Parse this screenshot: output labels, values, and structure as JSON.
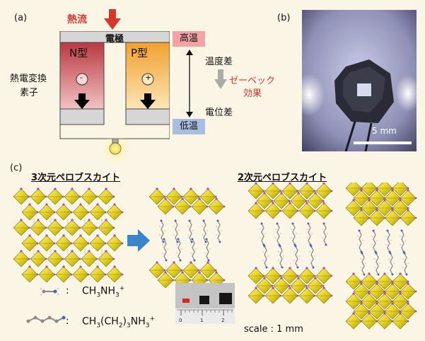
{
  "panel_a": {
    "label": "(a)",
    "heat_flow": "熱流",
    "electrode": "電極",
    "n_type": "N型",
    "p_type": "P型",
    "minus": "-",
    "plus": "+",
    "element": "熱電変換",
    "element2": "素子",
    "high_temp": "高温",
    "low_temp": "低温",
    "temp_diff": "温度差",
    "seebeck1": "ゼーベック",
    "seebeck2": "効果",
    "potential_diff": "電位差",
    "colors": {
      "high": "#f2a3a6",
      "low": "#a9bddf",
      "n": "#c8474e",
      "p": "#f0a637",
      "red": "#d8352b"
    }
  },
  "panel_b": {
    "label": "(b)",
    "scale": "5 mm"
  },
  "panel_c": {
    "label": "(c)",
    "title_3d": "3次元ペロブスカイト",
    "title_2d": "2次元ペロブスカイト",
    "legend_colon1": ":",
    "legend_colon2": ":",
    "formula_small_parts": [
      "CH",
      "3",
      "NH",
      "3",
      "+"
    ],
    "formula_large_parts": [
      "CH",
      "3",
      "(CH",
      "2",
      ")",
      "3",
      "NH",
      "3",
      "+"
    ],
    "ruler_ticks": [
      "0",
      "1",
      "2"
    ],
    "scale": "scale : 1 mm"
  }
}
